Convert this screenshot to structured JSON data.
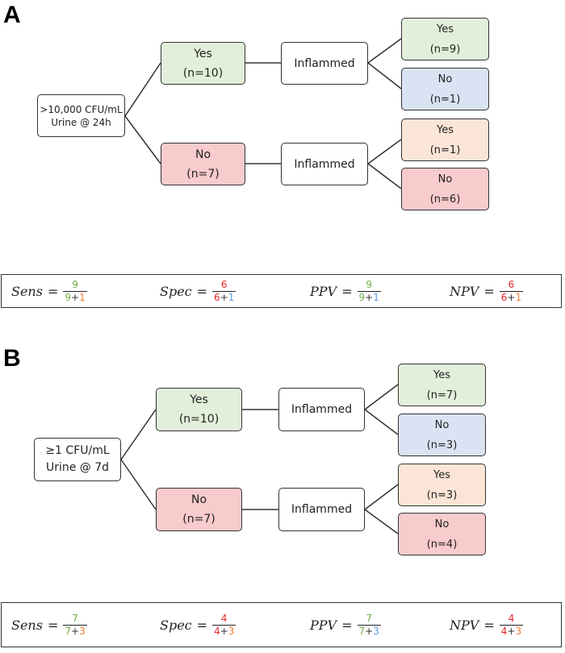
{
  "panels": [
    {
      "letter": "A",
      "root": {
        "line1": ">10,000 CFU/mL",
        "line2": "Urine @ 24h"
      },
      "yes": {
        "label": "Yes",
        "count": "(n=10)"
      },
      "no": {
        "label": "No",
        "count": "(n=7)"
      },
      "inflamed_top": "Inflammed",
      "inflamed_bottom": "Inflammed",
      "leaves": [
        {
          "label": "Yes",
          "count": "(n=9)"
        },
        {
          "label": "No",
          "count": "(n=1)"
        },
        {
          "label": "Yes",
          "count": "(n=1)"
        },
        {
          "label": "No",
          "count": "(n=6)"
        }
      ],
      "formulas": {
        "sens": {
          "label": "Sens",
          "eq": "=",
          "num": "9",
          "den_a": "9",
          "plus": "+",
          "den_b": "1"
        },
        "spec": {
          "label": "Spec",
          "eq": "=",
          "num": "6",
          "den_a": "6",
          "plus": "+",
          "den_b": "1"
        },
        "ppv": {
          "label": "PPV",
          "eq": "=",
          "num": "9",
          "den_a": "9",
          "plus": "+",
          "den_b": "1"
        },
        "npv": {
          "label": "NPV",
          "eq": "=",
          "num": "6",
          "den_a": "6",
          "plus": "+",
          "den_b": "1"
        }
      }
    },
    {
      "letter": "B",
      "root": {
        "line1": "≥1 CFU/mL",
        "line2": "Urine @ 7d"
      },
      "yes": {
        "label": "Yes",
        "count": "(n=10)"
      },
      "no": {
        "label": "No",
        "count": "(n=7)"
      },
      "inflamed_top": "Inflammed",
      "inflamed_bottom": "Inflammed",
      "leaves": [
        {
          "label": "Yes",
          "count": "(n=7)"
        },
        {
          "label": "No",
          "count": "(n=3)"
        },
        {
          "label": "Yes",
          "count": "(n=3)"
        },
        {
          "label": "No",
          "count": "(n=4)"
        }
      ],
      "formulas": {
        "sens": {
          "label": "Sens",
          "eq": "=",
          "num": "7",
          "den_a": "7",
          "plus": "+",
          "den_b": "3"
        },
        "spec": {
          "label": "Spec",
          "eq": "=",
          "num": "4",
          "den_a": "4",
          "plus": "+",
          "den_b": "3"
        },
        "ppv": {
          "label": "PPV",
          "eq": "=",
          "num": "7",
          "den_a": "7",
          "plus": "+",
          "den_b": "3"
        },
        "npv": {
          "label": "NPV",
          "eq": "=",
          "num": "4",
          "den_a": "4",
          "plus": "+",
          "den_b": "3"
        }
      }
    }
  ],
  "colors": {
    "yes_fill": "#e2efda",
    "no_fill": "#f8cbcc",
    "true_negative_fill": "#dae3f3",
    "false_positive_fill": "#fbe5d6",
    "green_text": "#70ad47",
    "red_text": "#e8262a",
    "orange_text": "#ed7d31",
    "blue_text": "#5b9bd5"
  }
}
